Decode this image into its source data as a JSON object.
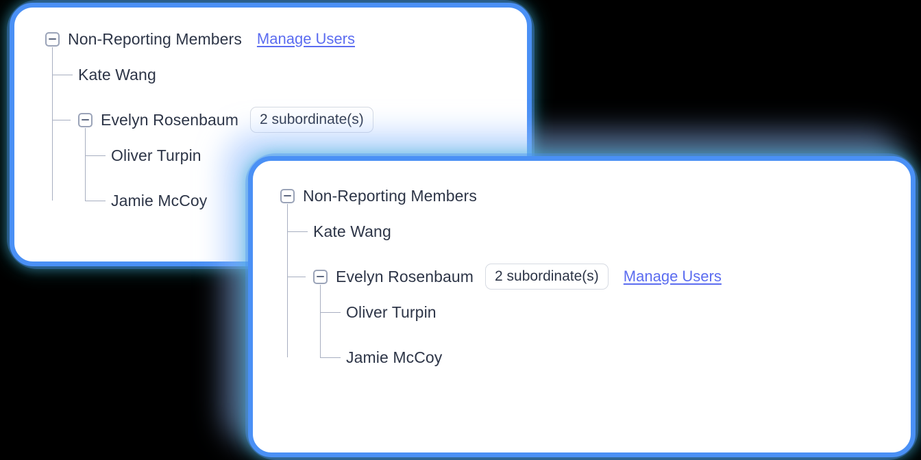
{
  "theme": {
    "card_border": "#4a90f5",
    "card_background": "#ffffff",
    "page_background": "#000000",
    "text_color": "#2d3547",
    "link_color": "#5b6cf0",
    "connector_color": "#a7aec0",
    "toggle_border": "#9aa3b8",
    "pill_border": "#d6dae2"
  },
  "cards": [
    {
      "id": "card-back",
      "root": {
        "label": "Non-Reporting Members",
        "toggle": "collapse-toggle",
        "toggle_state": "expanded",
        "manage_link": "Manage Users",
        "badge": null
      },
      "children": [
        {
          "label": "Kate Wang",
          "toggle": null,
          "badge": null,
          "manage_link": null,
          "children": []
        },
        {
          "label": "Evelyn Rosenbaum",
          "toggle": "collapse-toggle",
          "toggle_state": "expanded",
          "badge": "2 subordinate(s)",
          "manage_link": null,
          "children": [
            {
              "label": "Oliver Turpin"
            },
            {
              "label": "Jamie McCoy"
            }
          ]
        }
      ]
    },
    {
      "id": "card-front",
      "root": {
        "label": "Non-Reporting Members",
        "toggle": "collapse-toggle",
        "toggle_state": "expanded",
        "manage_link": null,
        "badge": null
      },
      "children": [
        {
          "label": "Kate Wang",
          "toggle": null,
          "badge": null,
          "manage_link": null,
          "children": []
        },
        {
          "label": "Evelyn Rosenbaum",
          "toggle": "collapse-toggle",
          "toggle_state": "expanded",
          "badge": "2 subordinate(s)",
          "manage_link": "Manage Users",
          "children": [
            {
              "label": "Oliver Turpin"
            },
            {
              "label": "Jamie McCoy"
            }
          ]
        }
      ]
    }
  ]
}
